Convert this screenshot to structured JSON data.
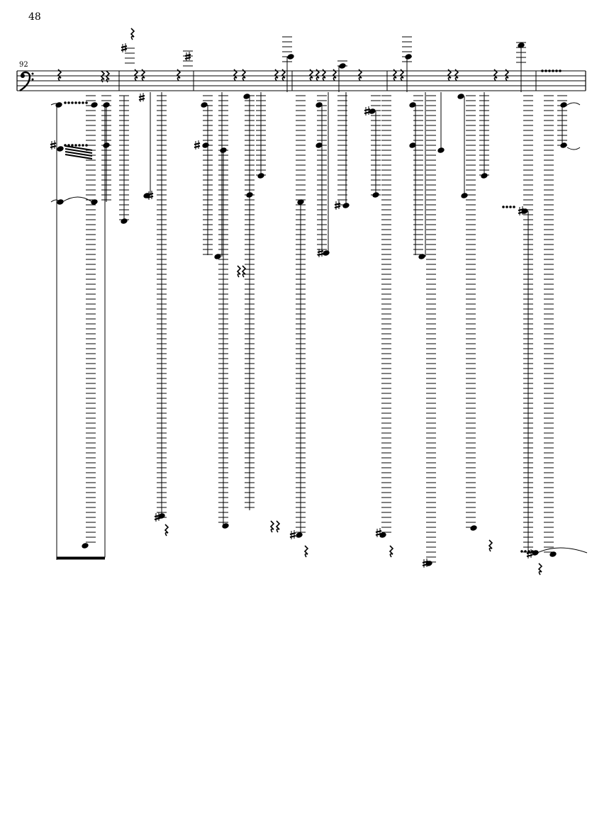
{
  "page": {
    "number": "48"
  },
  "system": {
    "measure_number": "92",
    "clef": "bass-clef"
  }
}
